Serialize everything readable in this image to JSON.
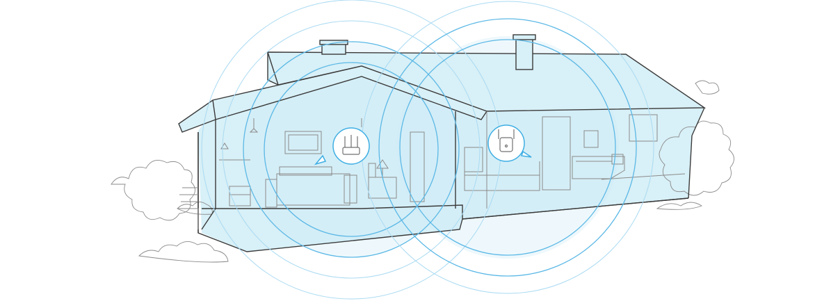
{
  "scene": {
    "subject": "house-cutaway",
    "devices": [
      {
        "name": "wifi-router",
        "icon": "router-icon",
        "antennas": 3
      },
      {
        "name": "range-extender",
        "icon": "extender-icon",
        "antennas": 2
      }
    ]
  },
  "colors": {
    "background": "#ffffff",
    "line": "#3a3a3a",
    "line_light": "#8a8a8a",
    "house_tint": "#d8f0f7",
    "signal_fill": "#cdebf6",
    "signal_ring": "#5bb8e6",
    "signal_ring_faint": "#a9daf2",
    "device_bubble": "#ffffff",
    "device_accent": "#3daee3"
  }
}
